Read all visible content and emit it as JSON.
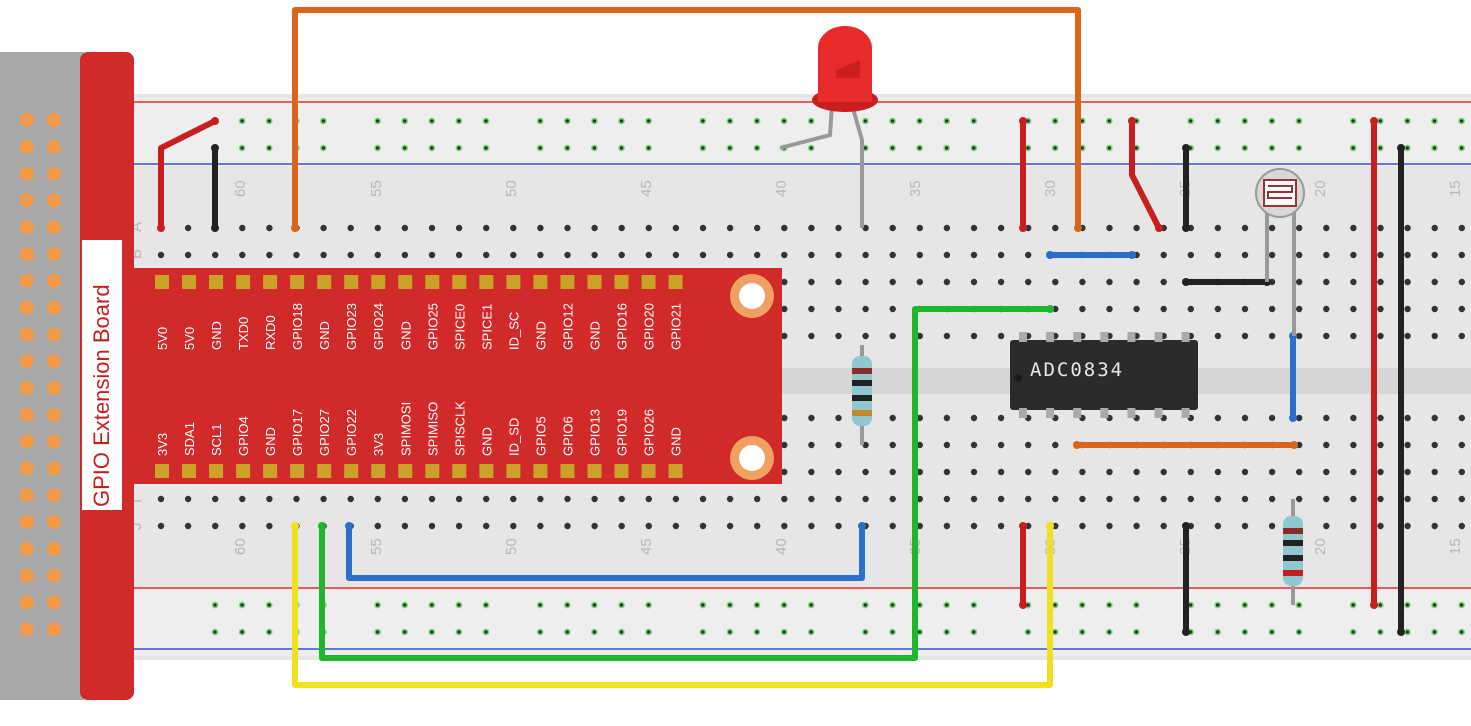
{
  "board": {
    "title": "GPIO Extension Board",
    "top_pins": [
      "5V0",
      "5V0",
      "GND",
      "TXD0",
      "RXD0",
      "GPIO18",
      "GND",
      "GPIO23",
      "GPIO24",
      "GND",
      "GPIO25",
      "SPICE0",
      "SPICE1",
      "ID_SC",
      "GND",
      "GPIO12",
      "GND",
      "GPIO16",
      "GPIO20",
      "GPIO21"
    ],
    "bottom_pins": [
      "3V3",
      "SDA1",
      "SCL1",
      "GPIO4",
      "GND",
      "GPIO17",
      "GPIO27",
      "GPIO22",
      "3V3",
      "SPIMOSI",
      "SPIMISO",
      "SPISCLK",
      "GND",
      "ID_SD",
      "GPIO5",
      "GPIO6",
      "GPIO13",
      "GPIO19",
      "GPIO26",
      "GND"
    ]
  },
  "breadboard": {
    "column_numbers": [
      "60",
      "55",
      "50",
      "45",
      "40",
      "35",
      "30",
      "25",
      "20",
      "15"
    ],
    "row_letters_top": [
      "A",
      "B"
    ],
    "row_letters_bottom": [
      "I",
      "J"
    ]
  },
  "chip": {
    "label": "ADC0834"
  },
  "colors": {
    "board_red": "#d12a2a",
    "wire_orange": "#d9641e",
    "wire_red": "#c81e1e",
    "wire_black": "#222222",
    "wire_blue": "#2a6fc9",
    "wire_green": "#1fb52c",
    "wire_yellow": "#f0e020",
    "led_red": "#e82b2b",
    "rail_red": "#e03030",
    "rail_blue": "#3050d0"
  }
}
